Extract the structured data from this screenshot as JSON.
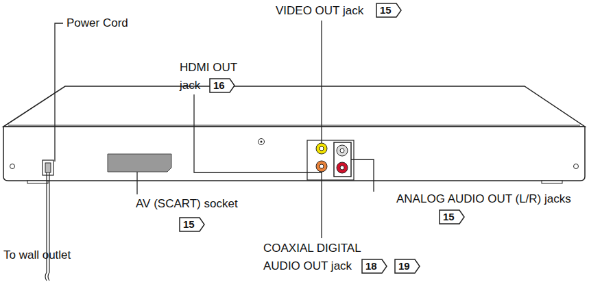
{
  "diagram": {
    "labels": [
      "Power Cord",
      "VIDEO OUT jack",
      "15",
      "HDMI OUT jack",
      "16",
      "AV (SCART) socket",
      "15",
      "ANALOG AUDIO OUT (L/R) jacks",
      "15",
      "To wall outlet",
      "COAXIAL DIGITAL AUDIO OUT jack",
      "18",
      "19"
    ]
  }
}
